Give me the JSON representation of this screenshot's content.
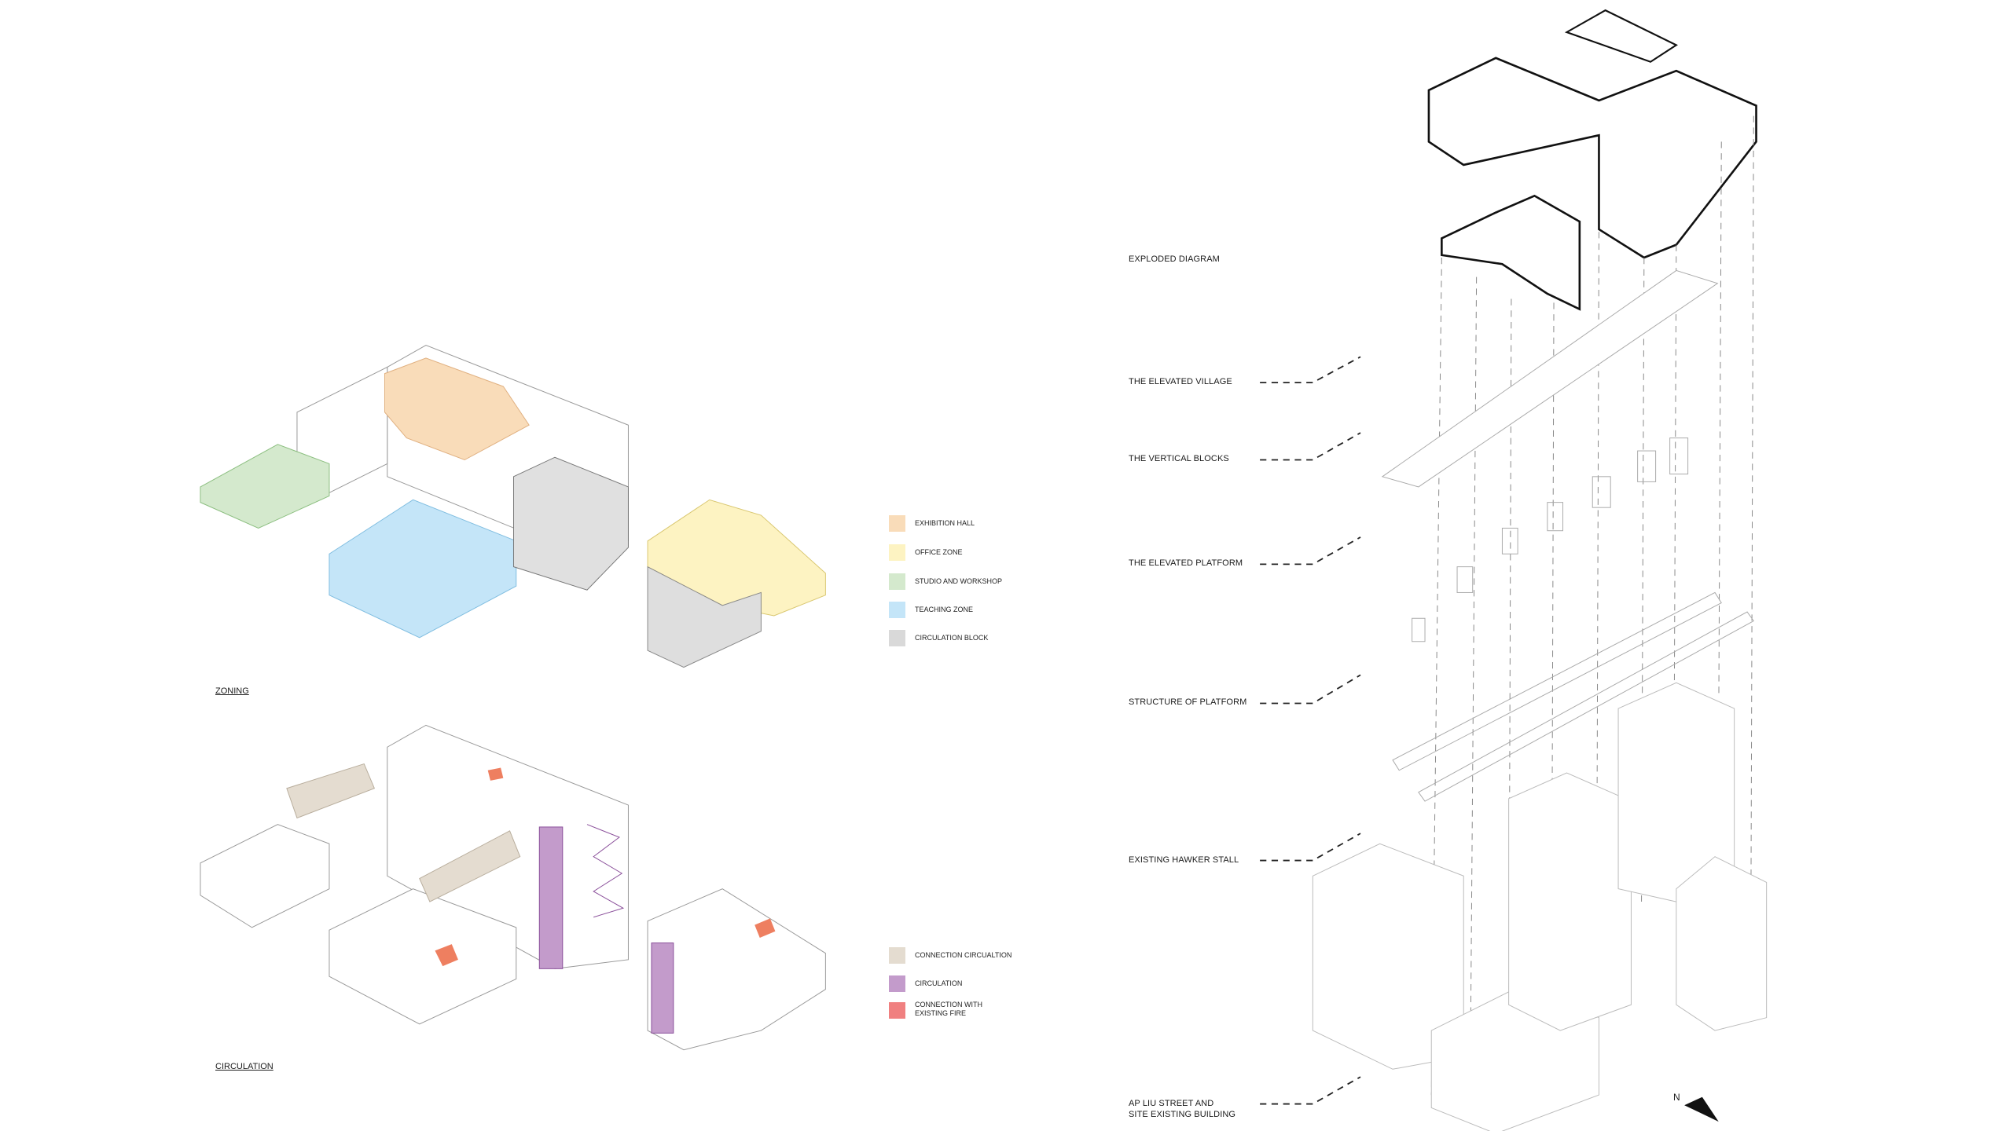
{
  "zoning": {
    "title": "ZONING",
    "legend": [
      {
        "label": "EXHIBITION HALL",
        "color": "#f9dcb9"
      },
      {
        "label": "OFFICE ZONE",
        "color": "#fdf3c2"
      },
      {
        "label": "STUDIO AND WORKSHOP",
        "color": "#d4e9cd"
      },
      {
        "label": "TEACHING ZONE",
        "color": "#c4e5f8"
      },
      {
        "label": "CIRCULATION BLOCK",
        "color": "#d9d9d9"
      }
    ]
  },
  "circulation": {
    "title": "CIRCULATION",
    "legend": [
      {
        "label": "CONNECTION CIRCUALTION",
        "color": "#e4dcd0"
      },
      {
        "label": "CIRCULATION",
        "color": "#c39bcb"
      },
      {
        "label": "CONNECTION WITH",
        "label2": "EXISTING FIRE",
        "color": "#f08080"
      }
    ]
  },
  "exploded": {
    "title": "EXPLODED DIAGRAM",
    "layers": [
      "THE ELEVATED VILLAGE",
      "THE VERTICAL BLOCKS",
      "THE ELEVATED PLATFORM",
      "STRUCTURE OF PLATFORM",
      "EXISTING HAWKER STALL"
    ],
    "base_line1": "AP LIU STREET AND",
    "base_line2": "SITE EXISTING BUILDING",
    "north": "N"
  }
}
